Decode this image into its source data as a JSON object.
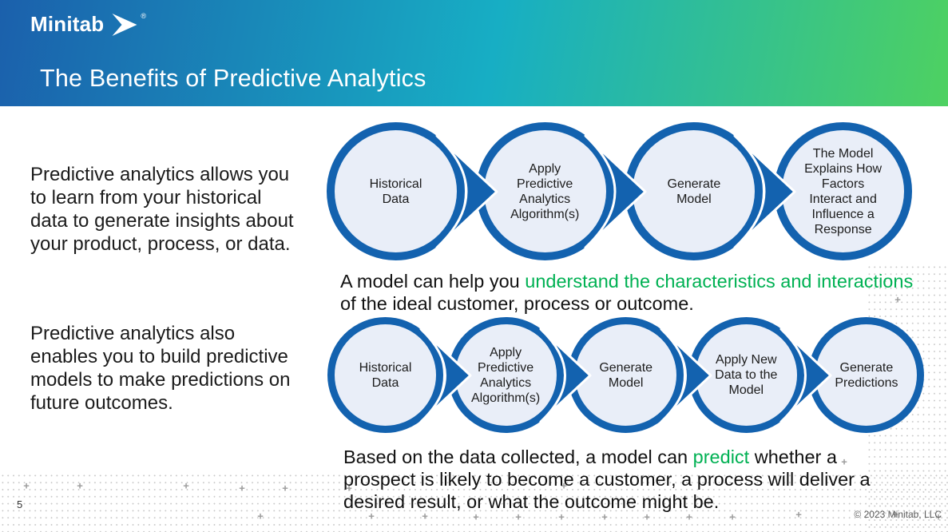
{
  "header": {
    "logo_text": "Minitab",
    "registered_mark": "®",
    "title": "The Benefits of Predictive Analytics"
  },
  "left_column": {
    "paragraph1_lines": [
      "Predictive analytics allows you",
      "to learn from your historical",
      "data to generate insights about",
      "your product, process, or data."
    ],
    "paragraph2_lines": [
      "Predictive analytics also",
      "enables you to build predictive",
      "models to make predictions on",
      "future outcomes."
    ]
  },
  "flows": [
    {
      "name": "insight-flow",
      "steps": [
        {
          "lines": [
            "Historical",
            "Data"
          ]
        },
        {
          "lines": [
            "Apply",
            "Predictive",
            "Analytics",
            "Algorithm(s)"
          ]
        },
        {
          "lines": [
            "Generate",
            "Model"
          ]
        },
        {
          "lines": [
            "The Model",
            "Explains How",
            "Factors",
            "Interact and",
            "Influence a",
            "Response"
          ]
        }
      ],
      "caption_lines": [
        [
          {
            "text": "A model can help you ",
            "highlight": false
          },
          {
            "text": "understand the characteristics and interactions",
            "highlight": true
          }
        ],
        [
          {
            "text": "of the ideal customer, process or outcome.",
            "highlight": false
          }
        ]
      ]
    },
    {
      "name": "prediction-flow",
      "steps": [
        {
          "lines": [
            "Historical",
            "Data"
          ]
        },
        {
          "lines": [
            "Apply",
            "Predictive",
            "Analytics",
            "Algorithm(s)"
          ]
        },
        {
          "lines": [
            "Generate",
            "Model"
          ]
        },
        {
          "lines": [
            "Apply New",
            "Data to the",
            "Model"
          ]
        },
        {
          "lines": [
            "Generate",
            "Predictions"
          ]
        }
      ],
      "caption_lines": [
        [
          {
            "text": "Based on the data collected, a model can ",
            "highlight": false
          },
          {
            "text": "predict",
            "highlight": true
          },
          {
            "text": " whether a",
            "highlight": false
          }
        ],
        [
          {
            "text": "prospect is likely to become a customer, a process will deliver a",
            "highlight": false
          }
        ],
        [
          {
            "text": "desired result, or what the outcome might be.",
            "highlight": false
          }
        ]
      ]
    }
  ],
  "footer": {
    "page_number": "5",
    "copyright": "© 2023 Minitab, LLC"
  },
  "colors": {
    "accent_blue": "#1362af",
    "circle_fill": "#e9eef8",
    "highlight_green": "#00b153",
    "header_gradient_start": "#1b60ac",
    "header_gradient_mid": "#17aec4",
    "header_gradient_end": "#4ed161"
  }
}
